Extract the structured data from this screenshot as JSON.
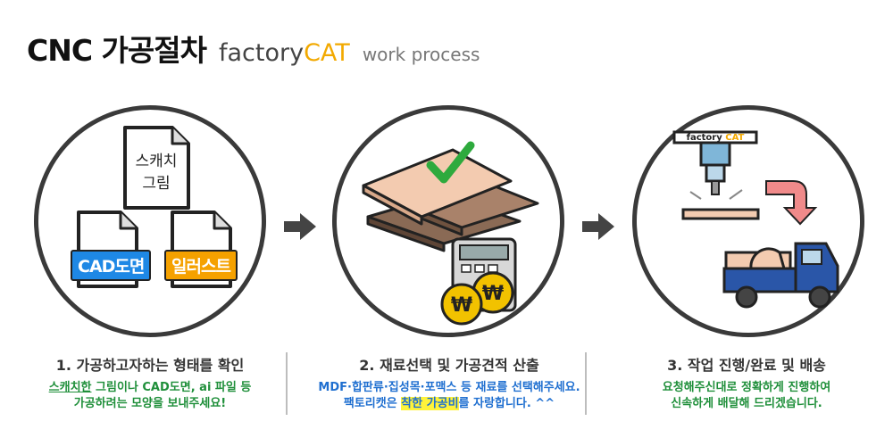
{
  "header": {
    "title": "CNC 가공절차",
    "brand_main": "factory",
    "brand_accent": "CAT",
    "subtitle": "work process"
  },
  "step1": {
    "doc_sketch_line1": "스캐치",
    "doc_sketch_line2": "그림",
    "badge_cad": "CAD도면",
    "badge_illust": "일러스트",
    "title": "1. 가공하고자하는 형태를 확인",
    "desc_line1_a": "스캐치한",
    "desc_line1_b": " 그림이나 CAD도면, ai 파일 등",
    "desc_line2": "가공하려는 모양을 보내주세요!"
  },
  "step2": {
    "coin_symbol": "₩",
    "title": "2. 재료선택 및 가공견적 산출",
    "desc_line1": "MDF·합판류·집성목·포맥스 등 재료를 선택해주세요.",
    "desc_line2_a": "팩토리캣은 ",
    "desc_line2_highlight": "착한 가공비",
    "desc_line2_b": "를 자랑합니다. ^^"
  },
  "step3": {
    "machine_label_main": "factory ",
    "machine_label_accent": "CAT",
    "title": "3. 작업 진행/완료 및 배송",
    "desc_line1": "요청해주신대로 정확하게 진행하여",
    "desc_line2": "신속하게 배달해 드리겠습니다."
  },
  "colors": {
    "accent": "#f2a900",
    "green_text": "#1f8f3a",
    "blue_text": "#1f6fd0",
    "cad_badge": "#1e88e5",
    "illust_badge": "#f5a100",
    "circle_border": "#3a3a3a"
  }
}
